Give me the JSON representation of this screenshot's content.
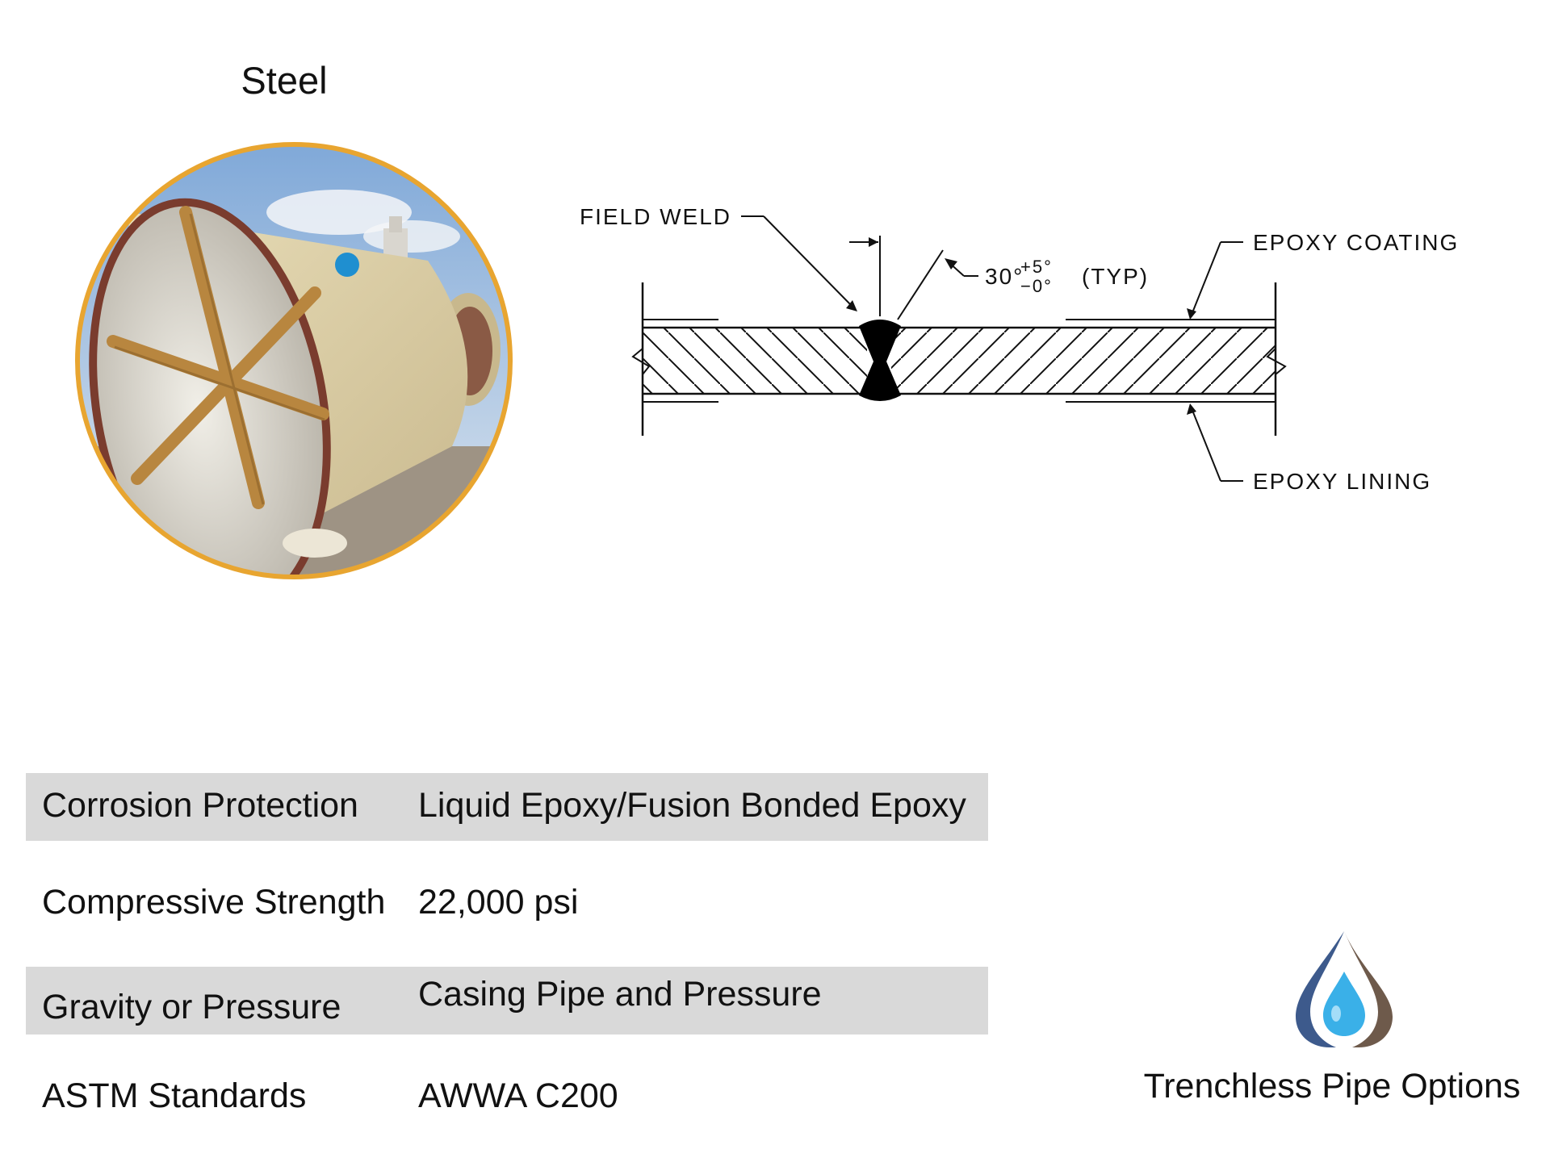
{
  "heading": "Steel",
  "photo": {
    "description_icon": "steel-pipe-photo",
    "ring_color": "#e8a530"
  },
  "diagram": {
    "field_weld": "FIELD WELD",
    "angle_main": "30°",
    "angle_plus": "+5°",
    "angle_minus": "−0°",
    "angle_typ": "(TYP)",
    "epoxy_coating": "EPOXY COATING",
    "epoxy_lining": "EPOXY LINING"
  },
  "specs": {
    "rows": [
      {
        "label": "Corrosion Protection",
        "value": "Liquid Epoxy/Fusion Bonded Epoxy"
      },
      {
        "label": "Compressive Strength",
        "value": "22,000 psi"
      },
      {
        "label": "Gravity or Pressure",
        "value": "Casing Pipe and Pressure"
      },
      {
        "label": "ASTM Standards",
        "value": "AWWA C200"
      }
    ]
  },
  "brand": {
    "name": "Trenchless Pipe Options",
    "logo_icon": "water-drop-logo",
    "colors": {
      "blue": "#3d5a8c",
      "brown": "#6e5a4b",
      "drop": "#3ab0e8"
    }
  }
}
